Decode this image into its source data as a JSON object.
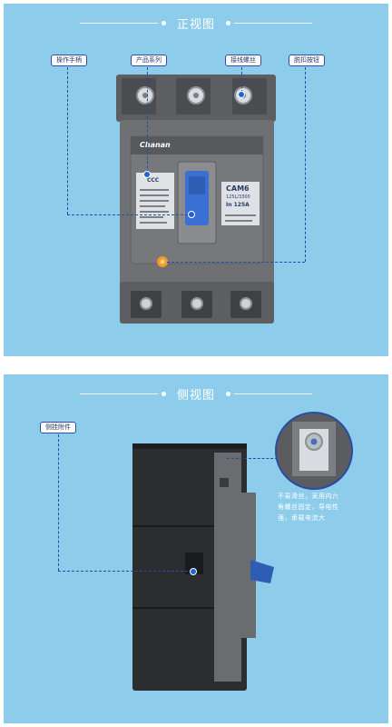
{
  "front": {
    "title": "正视图",
    "labels": {
      "handle": "操作手柄",
      "series": "产品系列",
      "terminal": "接线螺丝",
      "release": "脱扣按钮"
    },
    "breaker": {
      "brand": "Chanan",
      "ccc": "CCC",
      "model": "CAM6",
      "frame": "125L/3300",
      "rating": "In 125A"
    }
  },
  "side": {
    "title": "侧视图",
    "labels": {
      "accessory": "侧挂附件"
    },
    "note_lines": [
      "不易滑丝，采用内六",
      "角螺丝固定，导电性",
      "强，承载电流大"
    ]
  },
  "colors": {
    "panel": "#8dcdeb",
    "body": "#6e7073",
    "handle": "#3a6fd4",
    "accent": "#1c63d8"
  }
}
